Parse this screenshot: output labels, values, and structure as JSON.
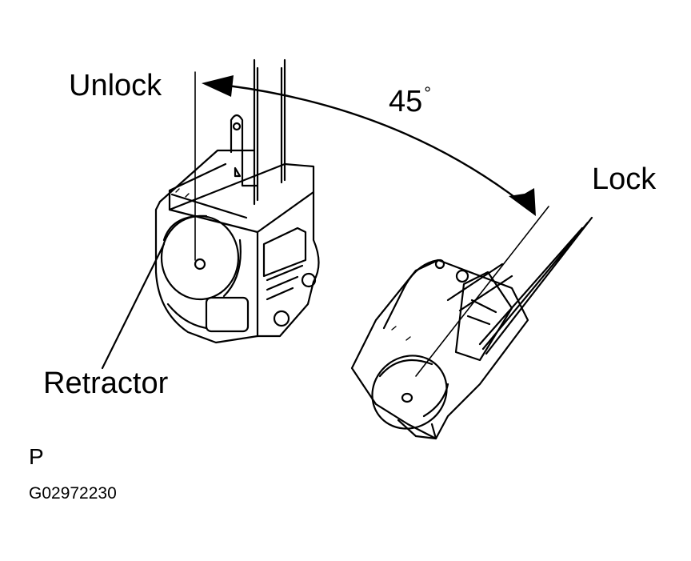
{
  "labels": {
    "unlock": "Unlock",
    "angle": "45",
    "angle_unit": "°",
    "lock": "Lock",
    "retractor": "Retractor",
    "view_letter": "P",
    "figure_code": "G02972230"
  },
  "colors": {
    "ink": "#000000",
    "paper": "#ffffff"
  }
}
